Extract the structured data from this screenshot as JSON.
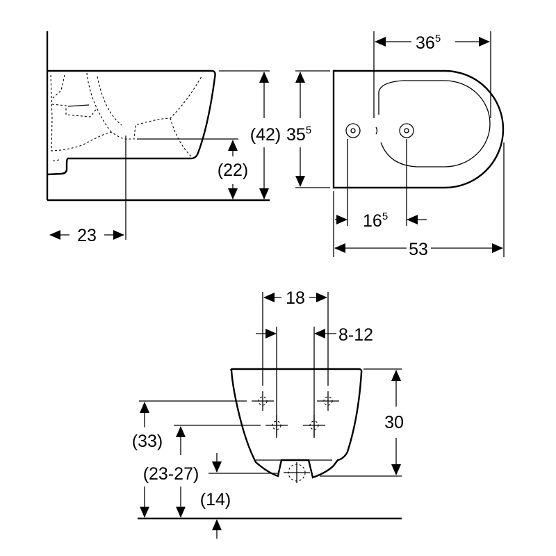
{
  "side_view": {
    "depth_to_center": "23",
    "outlet_height": "(22)",
    "rim_height": "(42)"
  },
  "top_view": {
    "height": {
      "main": "35",
      "sup": "5"
    },
    "bowl_length": {
      "main": "36",
      "sup": "5"
    },
    "hole_spacing": {
      "main": "16",
      "sup": "5"
    },
    "total_length": "53"
  },
  "front_view": {
    "bolt_spacing": "18",
    "bolt_adjust": "8-12",
    "height": "30",
    "upper_bolt_height": "(33)",
    "lower_bolt_height": "(23-27)",
    "outlet_height": "(14)"
  }
}
